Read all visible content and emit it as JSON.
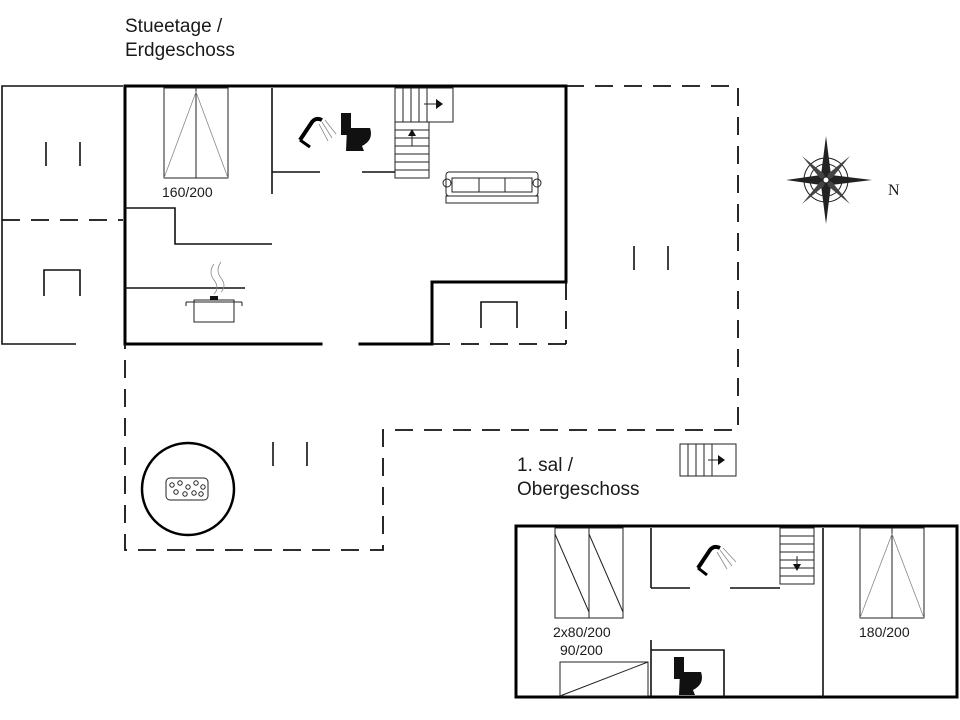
{
  "floors": {
    "ground": {
      "label_line1": "Stueetage /",
      "label_line2": "Erdgeschoss"
    },
    "upper": {
      "label_line1": "1. sal /",
      "label_line2": "Obergeschoss"
    }
  },
  "beds": {
    "ground_double": "160/200",
    "upper_twin": "2x80/200",
    "upper_single": "90/200",
    "upper_double": "180/200"
  },
  "compass": {
    "north_label": "N"
  },
  "icons": [
    "bed-icon",
    "shower-icon",
    "toilet-icon",
    "stairs-icon",
    "sofa-icon",
    "cooking-pot-icon",
    "hot-tub-icon",
    "fireplace-icon",
    "compass-rose-icon",
    "window-marker-icon"
  ]
}
